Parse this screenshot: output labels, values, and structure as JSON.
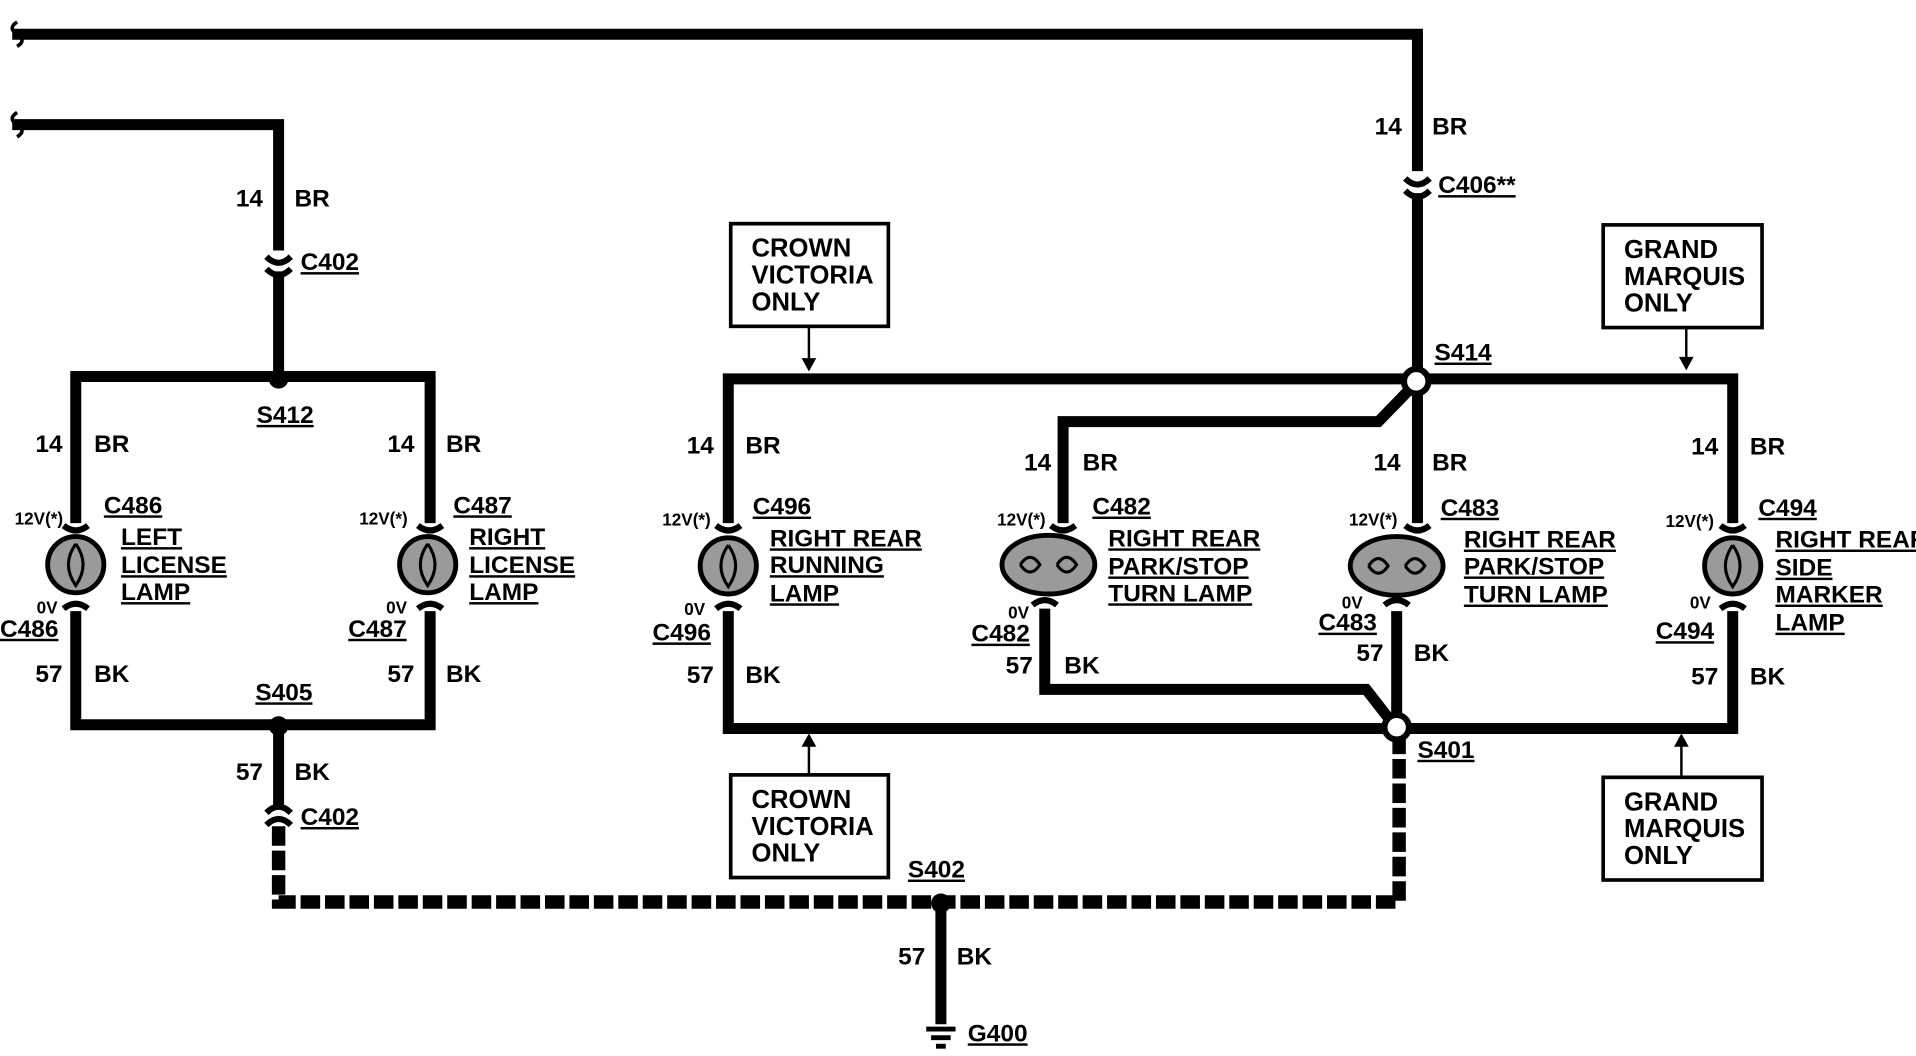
{
  "wires": {
    "top_br_gauge": "14",
    "top_br_color": "BR",
    "left_br_gauge": "14",
    "left_br_color": "BR",
    "c486_gauge": "14",
    "c486_color": "BR",
    "c487_gauge": "14",
    "c487_color": "BR",
    "c496_gauge": "14",
    "c496_color": "BR",
    "c482_gauge": "14",
    "c482_color": "BR",
    "c483_gauge": "14",
    "c483_color": "BR",
    "c494_gauge": "14",
    "c494_color": "BR",
    "c486_gnd_gauge": "57",
    "c486_gnd_color": "BK",
    "c487_gnd_gauge": "57",
    "c487_gnd_color": "BK",
    "s405_gnd_gauge": "57",
    "s405_gnd_color": "BK",
    "c496_gnd_gauge": "57",
    "c496_gnd_color": "BK",
    "c482_gnd_gauge": "57",
    "c482_gnd_color": "BK",
    "c483_gnd_gauge": "57",
    "c483_gnd_color": "BK",
    "c494_gnd_gauge": "57",
    "c494_gnd_color": "BK",
    "g400_gauge": "57",
    "g400_color": "BK"
  },
  "connectors": {
    "c406": "C406**",
    "c402_top": "C402",
    "c402_bottom": "C402",
    "c486_top": "C486",
    "c486_bottom": "C486",
    "c487_top": "C487",
    "c487_bottom": "C487",
    "c496_top": "C496",
    "c496_bottom": "C496",
    "c482_top": "C482",
    "c482_bottom": "C482",
    "c483_top": "C483",
    "c483_bottom": "C483",
    "c494_top": "C494",
    "c494_bottom": "C494"
  },
  "splices": {
    "s412": "S412",
    "s405": "S405",
    "s414": "S414",
    "s401": "S401",
    "s402": "S402"
  },
  "ground": "G400",
  "voltages": {
    "supply": "12V(*)",
    "ground": "0V"
  },
  "lamps": {
    "left_license": [
      "LEFT",
      "LICENSE",
      "LAMP"
    ],
    "right_license": [
      "RIGHT",
      "LICENSE",
      "LAMP"
    ],
    "right_rear_running": [
      "RIGHT REAR",
      "RUNNING",
      "LAMP"
    ],
    "right_rear_park_1": [
      "RIGHT REAR",
      "PARK/STOP",
      "TURN LAMP"
    ],
    "right_rear_park_2": [
      "RIGHT REAR",
      "PARK/STOP",
      "TURN LAMP"
    ],
    "right_rear_side_marker": [
      "RIGHT REAR",
      "SIDE",
      "MARKER",
      "LAMP"
    ]
  },
  "notes": {
    "crown_top": [
      "CROWN",
      "VICTORIA",
      "ONLY"
    ],
    "grand_top": [
      "GRAND",
      "MARQUIS",
      "ONLY"
    ],
    "crown_bottom": [
      "CROWN",
      "VICTORIA",
      "ONLY"
    ],
    "grand_bottom": [
      "GRAND",
      "MARQUIS",
      "ONLY"
    ]
  },
  "colors": {
    "wire": "#000000",
    "lamp_fill": "#9a9a9a",
    "background": "#ffffff"
  }
}
